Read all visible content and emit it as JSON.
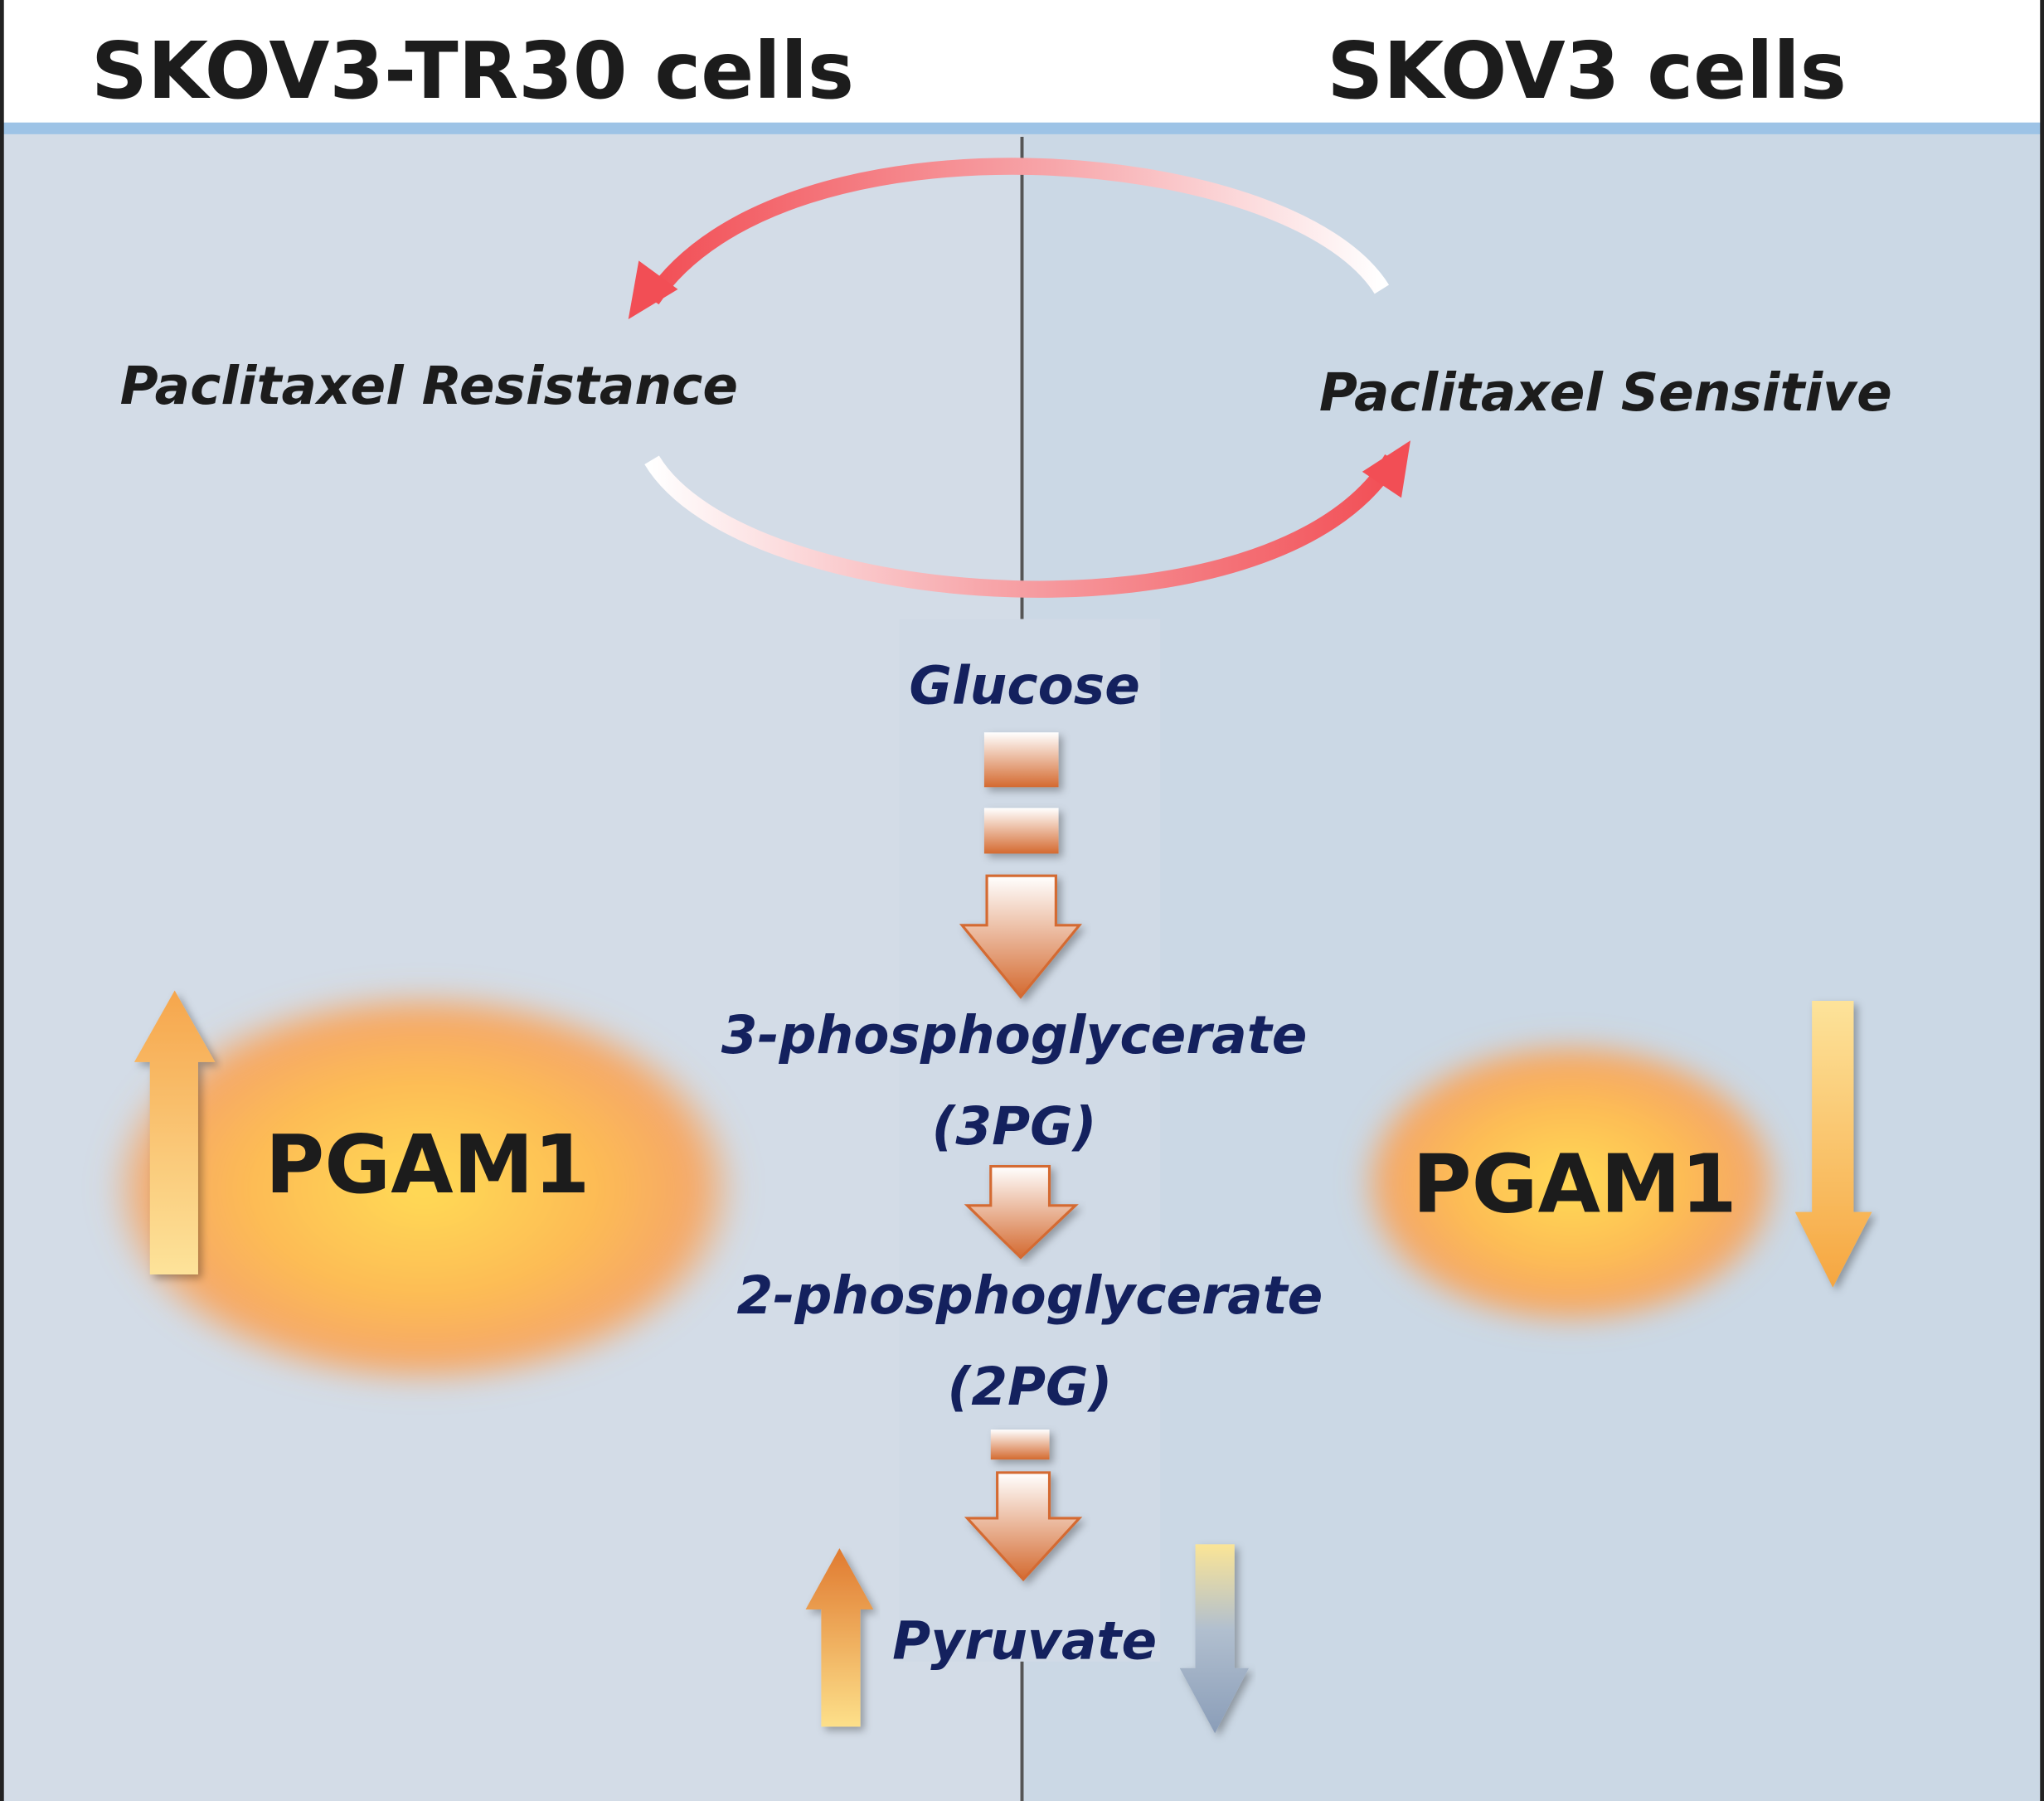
{
  "header": {
    "left_title": "SKOV3-TR30 cells",
    "right_title": "SKOV3 cells"
  },
  "phenotypes": {
    "left": "Paclitaxel Resistance",
    "right": "Paclitaxel Sensitive"
  },
  "pathway": {
    "steps": [
      "Glucose",
      "3-phosphoglycerate",
      "(3PG)",
      "2-phosphoglycerate",
      "(2PG)",
      "Pyruvate"
    ]
  },
  "enzyme": {
    "left_label": "PGAM1",
    "right_label": "PGAM1",
    "left_trend": "up",
    "right_trend": "down"
  },
  "pyruvate_trend": {
    "left": "up",
    "right": "down"
  },
  "colors": {
    "header_rule": "#9dc3e6",
    "panel_left": "#d3dce7",
    "panel_right": "#cbd8e5",
    "cycle_arrow": "#f05a5f",
    "metabolite_text": "#14215e",
    "pathway_arrow": "#d8743c"
  }
}
